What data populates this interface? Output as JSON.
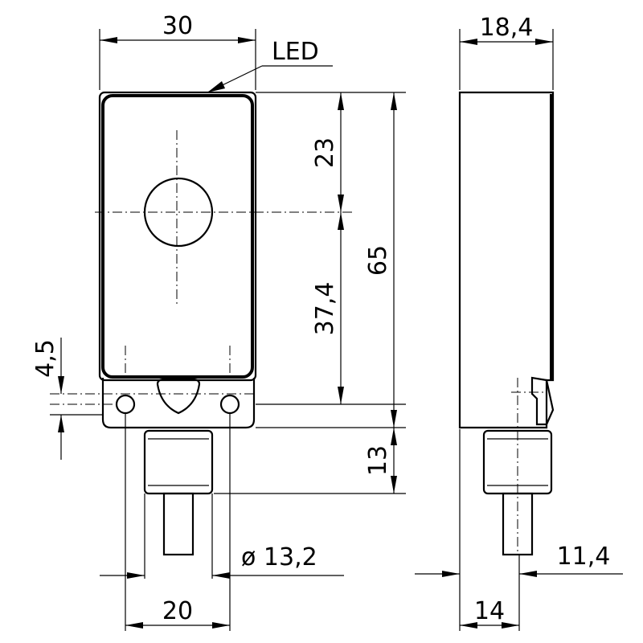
{
  "labels": {
    "led": "LED",
    "width_front": "30",
    "height_total": "65",
    "to_center": "23",
    "center_to_hole": "37,4",
    "flange": "4,5",
    "connector": "13",
    "diameter": "ø 13,2",
    "hole_spacing": "20",
    "depth": "18,4",
    "side_offset": "11,4",
    "side_bottom": "14"
  },
  "colors": {
    "line": "#000000",
    "background": "#ffffff"
  }
}
